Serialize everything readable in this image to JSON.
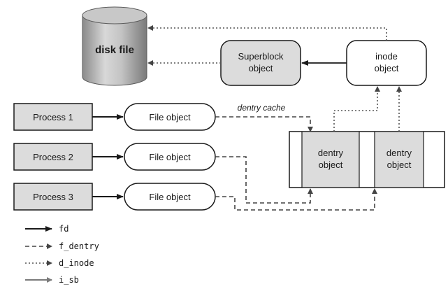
{
  "disk": {
    "label": "disk file"
  },
  "superblock": {
    "line1": "Superblock",
    "line2": "object"
  },
  "inode": {
    "line1": "inode",
    "line2": "object"
  },
  "processes": [
    "Process 1",
    "Process 2",
    "Process 3"
  ],
  "file_object_label": "File object",
  "dentry_cache_label": "dentry cache",
  "dentry": {
    "line1": "dentry",
    "line2": "object"
  },
  "legend": [
    {
      "style": "solid",
      "label": "fd"
    },
    {
      "style": "dashed",
      "label": "f_dentry"
    },
    {
      "style": "dotted",
      "label": "d_inode"
    },
    {
      "style": "gray",
      "label": "i_sb"
    }
  ],
  "colors": {
    "box_fill": "#dcdcdc",
    "stroke": "#1a1a1a",
    "dashed": "#444444",
    "dotted": "#555555",
    "gray_arrow": "#7a7a7a"
  }
}
